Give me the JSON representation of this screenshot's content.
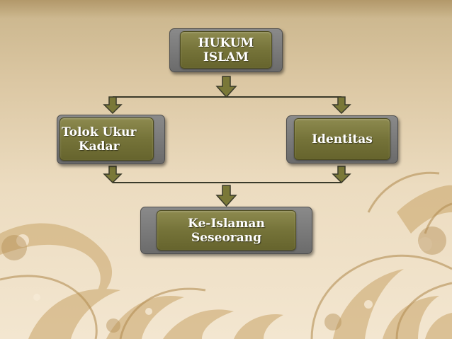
{
  "diagram": {
    "nodes": {
      "hukum_islam": "HUKUM\nISLAM",
      "tolok_ukur": "Tolok Ukur\nKadar",
      "identitas": "Identitas",
      "keislaman": "Ke-Islaman\nSeseorang"
    },
    "colors": {
      "node_fill": "#757339",
      "node_frame": "#6b6b6b",
      "arrow_fill": "#7a7838",
      "connector_line": "#3a3a2a",
      "text": "#ffffff"
    }
  }
}
